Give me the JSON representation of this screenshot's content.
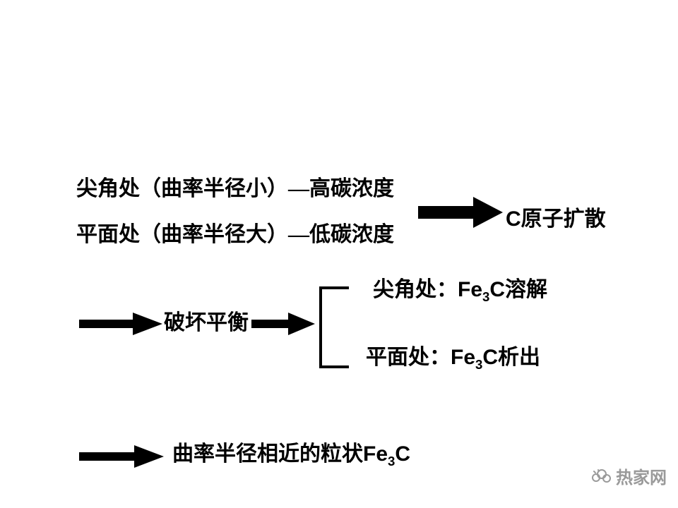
{
  "colors": {
    "arrow": "#000000",
    "text": "#000000",
    "watermark": "#9a9a9a"
  },
  "diagram": {
    "top": {
      "line1": "尖角处（曲率半径小）—高碳浓度",
      "line2": "平面处（曲率半径大）—低碳浓度",
      "result": {
        "c": "C",
        "post": "原子扩散"
      }
    },
    "middle": {
      "label": "破坏平衡",
      "branch_top": {
        "pre": "尖角处：",
        "fe": "Fe",
        "sub": "3",
        "c": "C",
        "post": "溶解"
      },
      "branch_bottom": {
        "pre": "平面处：",
        "fe": "Fe",
        "sub": "3",
        "c": "C",
        "post": "析出"
      }
    },
    "bottom": {
      "pre": "曲率半径相近的粒状",
      "fe": "Fe",
      "sub": "3",
      "c": "C"
    },
    "watermark": {
      "text": "热家网"
    }
  }
}
